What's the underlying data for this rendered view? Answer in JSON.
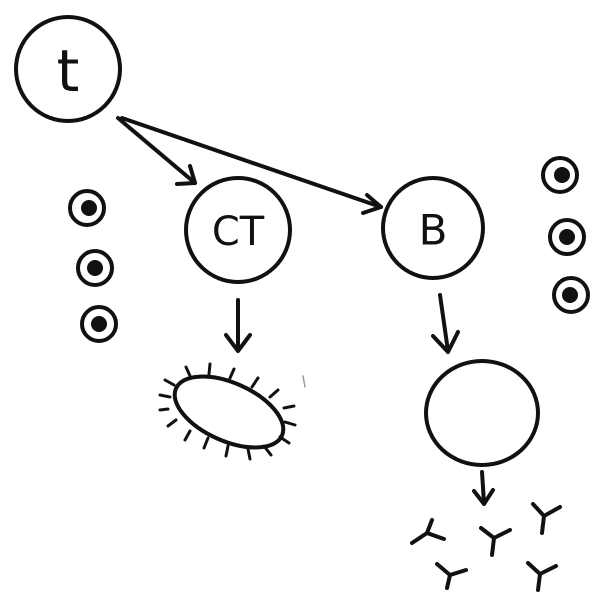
{
  "diagram": {
    "nodes": {
      "t": {
        "label": "t"
      },
      "ct": {
        "label": "CT"
      },
      "b": {
        "label": "B"
      }
    },
    "edges": [
      {
        "from": "t",
        "to": "ct"
      },
      {
        "from": "t",
        "to": "b"
      },
      {
        "from": "ct",
        "to": "bacterium"
      },
      {
        "from": "b",
        "to": "plasma-cell"
      },
      {
        "from": "plasma-cell",
        "to": "antibodies"
      }
    ],
    "left_cell_cluster_count": 3,
    "right_cell_cluster_count": 3,
    "antibody_count": 5,
    "ink_color": "#111111"
  }
}
